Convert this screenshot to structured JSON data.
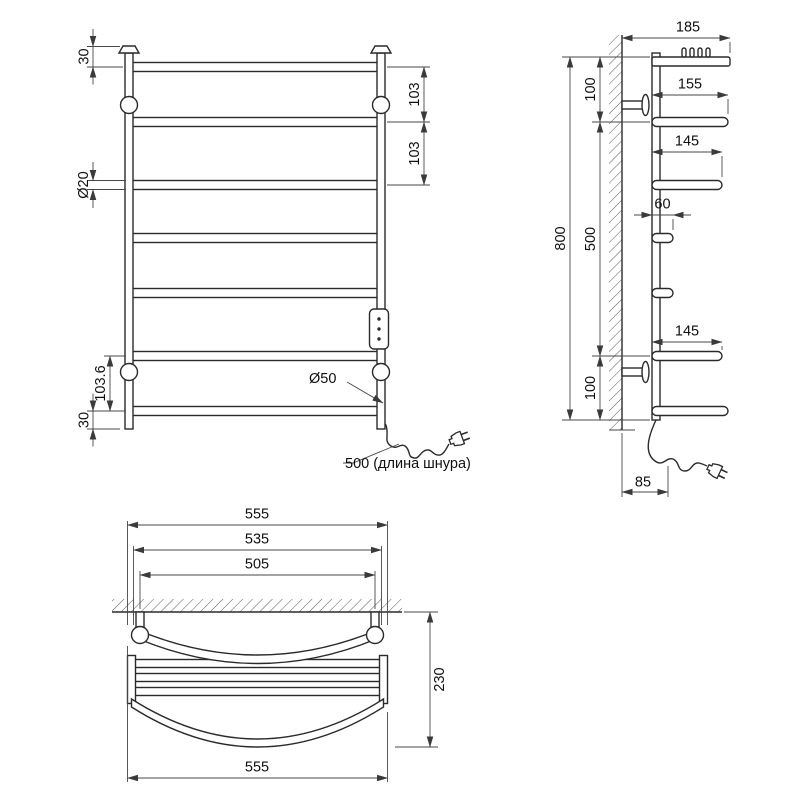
{
  "views": {
    "front": {
      "dims": {
        "top_offset": "30",
        "gap_upper_1": "103",
        "gap_upper_2": "103",
        "tube_diameter": "Ø20",
        "gap_lower": "103.6",
        "bottom_offset": "30",
        "element_diameter": "Ø50",
        "cord_length_note": "500 (длина шнура)"
      }
    },
    "side": {
      "dims": {
        "top_depth": "185",
        "shelf_depth": "155",
        "hook_depth_upper": "145",
        "stub_depth": "60",
        "hook_depth_lower": "145",
        "mount_top": "100",
        "mount_span": "500",
        "mount_bottom": "100",
        "total_height": "800",
        "cord_wall_offset": "85"
      }
    },
    "bottom": {
      "dims": {
        "width_overall_top": "555",
        "width_mount": "535",
        "width_inner": "505",
        "depth": "230",
        "width_overall_bottom": "555"
      }
    }
  },
  "colors": {
    "object_line": "#2a2a2a",
    "dimension_line": "#474747",
    "text": "#0f0f0f",
    "background": "#ffffff"
  }
}
